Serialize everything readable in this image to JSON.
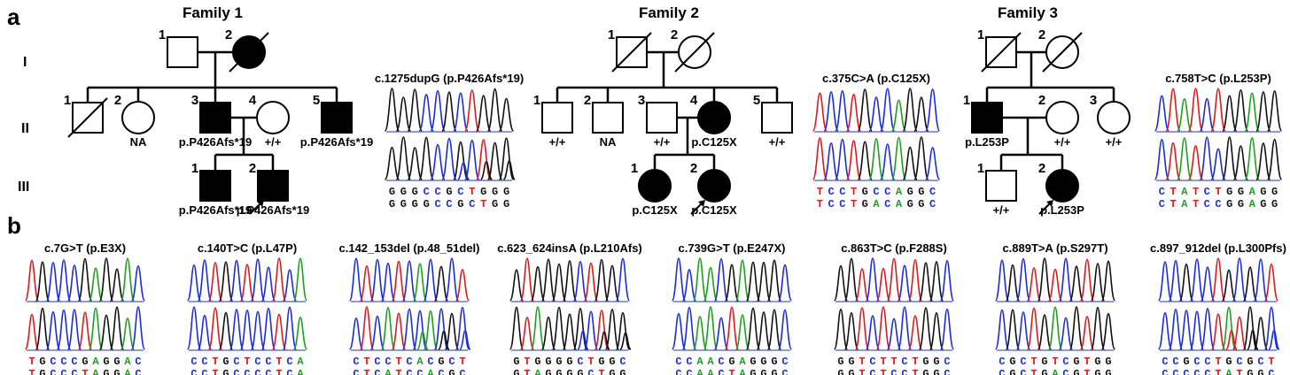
{
  "panels": {
    "a": "a",
    "b": "b"
  },
  "generations": [
    "I",
    "II",
    "III"
  ],
  "families": [
    {
      "title": "Family 1",
      "mutation": "c.1275dupG (p.P426Afs*19)",
      "members": [
        {
          "id": "f1-I-1",
          "num": "1",
          "sex": "m",
          "affected": false,
          "deceased": false,
          "label": "",
          "proband": false
        },
        {
          "id": "f1-I-2",
          "num": "2",
          "sex": "f",
          "affected": true,
          "deceased": true,
          "label": "",
          "proband": false
        },
        {
          "id": "f1-II-1",
          "num": "1",
          "sex": "m",
          "affected": false,
          "deceased": true,
          "label": "",
          "proband": false
        },
        {
          "id": "f1-II-2",
          "num": "2",
          "sex": "f",
          "affected": false,
          "deceased": false,
          "label": "NA",
          "proband": false
        },
        {
          "id": "f1-II-3",
          "num": "3",
          "sex": "m",
          "affected": true,
          "deceased": false,
          "label": "p.P426Afs*19",
          "proband": false
        },
        {
          "id": "f1-II-4",
          "num": "4",
          "sex": "f",
          "affected": false,
          "deceased": false,
          "label": "+/+",
          "proband": false
        },
        {
          "id": "f1-II-5",
          "num": "5",
          "sex": "m",
          "affected": true,
          "deceased": false,
          "label": "p.P426Afs*19",
          "proband": false
        },
        {
          "id": "f1-III-1",
          "num": "1",
          "sex": "m",
          "affected": true,
          "deceased": false,
          "label": "p.P426Afs*19",
          "proband": false
        },
        {
          "id": "f1-III-2",
          "num": "2",
          "sex": "m",
          "affected": true,
          "deceased": false,
          "label": "p.P426Afs*19",
          "proband": true
        }
      ],
      "seq_top": "GGGCCGCTGGG",
      "seq_bottom": "GGGGCCGCTGG"
    },
    {
      "title": "Family 2",
      "mutation": "c.375C>A (p.C125X)",
      "members": [
        {
          "id": "f2-I-1",
          "num": "1",
          "sex": "m",
          "affected": false,
          "deceased": true,
          "label": "",
          "proband": false
        },
        {
          "id": "f2-I-2",
          "num": "2",
          "sex": "f",
          "affected": false,
          "deceased": true,
          "label": "",
          "proband": false
        },
        {
          "id": "f2-II-1",
          "num": "1",
          "sex": "m",
          "affected": false,
          "deceased": false,
          "label": "+/+",
          "proband": false
        },
        {
          "id": "f2-II-2",
          "num": "2",
          "sex": "m",
          "affected": false,
          "deceased": false,
          "label": "NA",
          "proband": false
        },
        {
          "id": "f2-II-3",
          "num": "3",
          "sex": "m",
          "affected": false,
          "deceased": false,
          "label": "+/+",
          "proband": false
        },
        {
          "id": "f2-II-4",
          "num": "4",
          "sex": "f",
          "affected": true,
          "deceased": false,
          "label": "p.C125X",
          "proband": false
        },
        {
          "id": "f2-II-5",
          "num": "5",
          "sex": "m",
          "affected": false,
          "deceased": false,
          "label": "+/+",
          "proband": false
        },
        {
          "id": "f2-III-1",
          "num": "1",
          "sex": "f",
          "affected": true,
          "deceased": false,
          "label": "p.C125X",
          "proband": false
        },
        {
          "id": "f2-III-2",
          "num": "2",
          "sex": "f",
          "affected": true,
          "deceased": false,
          "label": "p.C125X",
          "proband": true
        }
      ],
      "seq_top": "TCCTGCCAGGC",
      "seq_bottom": "TCCTGACAGGC"
    },
    {
      "title": "Family 3",
      "mutation": "c.758T>C (p.L253P)",
      "members": [
        {
          "id": "f3-I-1",
          "num": "1",
          "sex": "m",
          "affected": false,
          "deceased": true,
          "label": "",
          "proband": false
        },
        {
          "id": "f3-I-2",
          "num": "2",
          "sex": "f",
          "affected": false,
          "deceased": true,
          "label": "",
          "proband": false
        },
        {
          "id": "f3-II-1",
          "num": "1",
          "sex": "m",
          "affected": true,
          "deceased": false,
          "label": "p.L253P",
          "proband": false
        },
        {
          "id": "f3-II-2",
          "num": "2",
          "sex": "f",
          "affected": false,
          "deceased": false,
          "label": "+/+",
          "proband": false
        },
        {
          "id": "f3-II-3",
          "num": "3",
          "sex": "f",
          "affected": false,
          "deceased": false,
          "label": "+/+",
          "proband": false
        },
        {
          "id": "f3-III-1",
          "num": "1",
          "sex": "m",
          "affected": false,
          "deceased": false,
          "label": "+/+",
          "proband": false
        },
        {
          "id": "f3-III-2",
          "num": "2",
          "sex": "f",
          "affected": true,
          "deceased": false,
          "label": "p.L253P",
          "proband": true
        }
      ],
      "seq_top": "CTATCTGGAGG",
      "seq_bottom": "CTATCCGGAGG"
    }
  ],
  "variants": [
    {
      "caption": "c.7G>T (p.E3X)",
      "seq_top": "TGCCCGAGGAC",
      "seq_bottom": "TGCCCTAGGAC"
    },
    {
      "caption": "c.140T>C (p.L47P)",
      "seq_top": "CCTGCTCCTCA",
      "seq_bottom": "CCTGCCCCTCA"
    },
    {
      "caption": "c.142_153del (p.48_51del)",
      "seq_top": "CTCCTCACGCT",
      "seq_bottom": "CTCATCCACGC"
    },
    {
      "caption": "c.623_624insA (p.L210Afs)",
      "seq_top": "GTGGGGCTGGC",
      "seq_bottom": "GTAGGGGCTGG"
    },
    {
      "caption": "c.739G>T (p.E247X)",
      "seq_top": "CCAACGAGGGC",
      "seq_bottom": "CCAACTAGGGC"
    },
    {
      "caption": "c.863T>C (p.F288S)",
      "seq_top": "GGTCTTCTGGC",
      "seq_bottom": "GGTCTCCTGGC"
    },
    {
      "caption": "c.889T>A (p.S297T)",
      "seq_top": "CGCTGTCGTGG",
      "seq_bottom": "CGCTGACGTGG"
    },
    {
      "caption": "c.897_912del (p.L300Pfs)",
      "seq_top": "CCGCCTGCGCT",
      "seq_bottom": "CCCCCTATGGC"
    }
  ],
  "base_colors": {
    "A": "#19a319",
    "C": "#1a2ce0",
    "G": "#111111",
    "T": "#e01919"
  }
}
